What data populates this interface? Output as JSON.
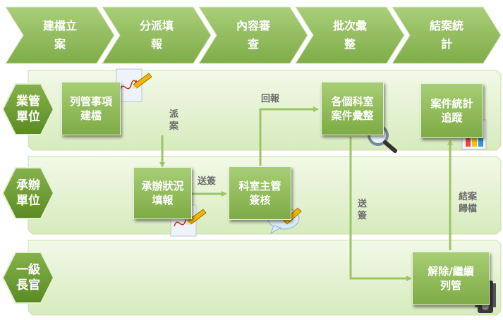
{
  "stages": [
    "建檔立\n案",
    "分派填\n報",
    "內容審\n查",
    "批次彙\n整",
    "結案統\n計"
  ],
  "lanes": [
    "業管\n單位",
    "承辦\n單位",
    "一級\n長官"
  ],
  "nodes": {
    "create_case": "列管事項\n建檔",
    "fill_status": "承辦狀況\n填報",
    "section_sign": "科室主管\n簽核",
    "collect_cases": "各個科室\n案件彙整",
    "track_stats": "案件統計\n追蹤",
    "release": "解除/繼續\n列管"
  },
  "edge_labels": {
    "dispatch": "派\n案",
    "send_sign": "送簽",
    "reply": "回報",
    "send_sign_vertical": "送\n簽",
    "close_archive": "結案\n歸檔"
  },
  "icons": [
    "pencil-paper-icon",
    "magnifier-icon",
    "bar-chart-icon",
    "pencil-paper-icon",
    "speech-bubble-pencil-icon",
    "traffic-light-icon"
  ],
  "colors": {
    "chevron": "#8cb85c",
    "lane_fill": "#e3f1cf",
    "hexagon": "#6e9b30",
    "node": "#8fbb58",
    "connector": "#9cc566",
    "label_text": "#6b6b6b"
  }
}
